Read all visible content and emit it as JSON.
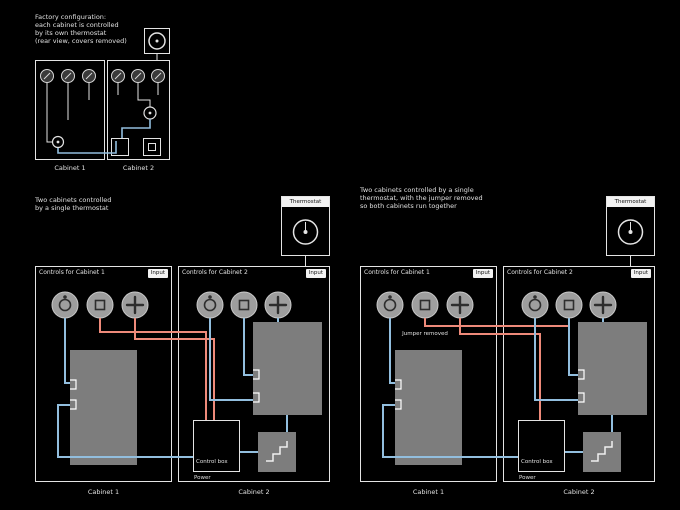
{
  "colors": {
    "background": "#000000",
    "line": "#e4e4e4",
    "text": "#e0e0e0",
    "wire_hot": "#ee8a7a",
    "wire_cold": "#92bede",
    "panel_gray": "#7d7d7d",
    "knob_gray": "#9e9e9e",
    "glyph_dark": "#2e2e2e",
    "badge_bg": "#f2f2f2",
    "badge_text": "#111111"
  },
  "factory_diagram": {
    "title_lines": [
      "Factory configuration:",
      "each cabinet is controlled",
      "by its own thermostat",
      "(rear view, covers removed)"
    ],
    "cabinet1_label": "Cabinet 1",
    "cabinet2_label": "Cabinet 2"
  },
  "diagram_a": {
    "caption_lines": [
      "Two cabinets controlled",
      "by a single thermostat"
    ],
    "thermostat_label": "Thermostat",
    "left_cabinet": {
      "header": "Controls for Cabinet 1",
      "badge": "Input",
      "footer": "Cabinet 1"
    },
    "right_cabinet": {
      "header": "Controls for Cabinet 2",
      "badge": "Input",
      "footer": "Cabinet 2",
      "control_box_label": "Control box",
      "power_label": "Power"
    }
  },
  "diagram_b": {
    "caption_lines": [
      "Two cabinets controlled by a single",
      "thermostat, with the jumper removed",
      "so both cabinets run together"
    ],
    "thermostat_label": "Thermostat",
    "jumper_label": "Jumper removed",
    "left_cabinet": {
      "header": "Controls for Cabinet 1",
      "badge": "Input",
      "footer": "Cabinet 1"
    },
    "right_cabinet": {
      "header": "Controls for Cabinet 2",
      "badge": "Input",
      "footer": "Cabinet 2",
      "control_box_label": "Control box",
      "power_label": "Power"
    }
  }
}
